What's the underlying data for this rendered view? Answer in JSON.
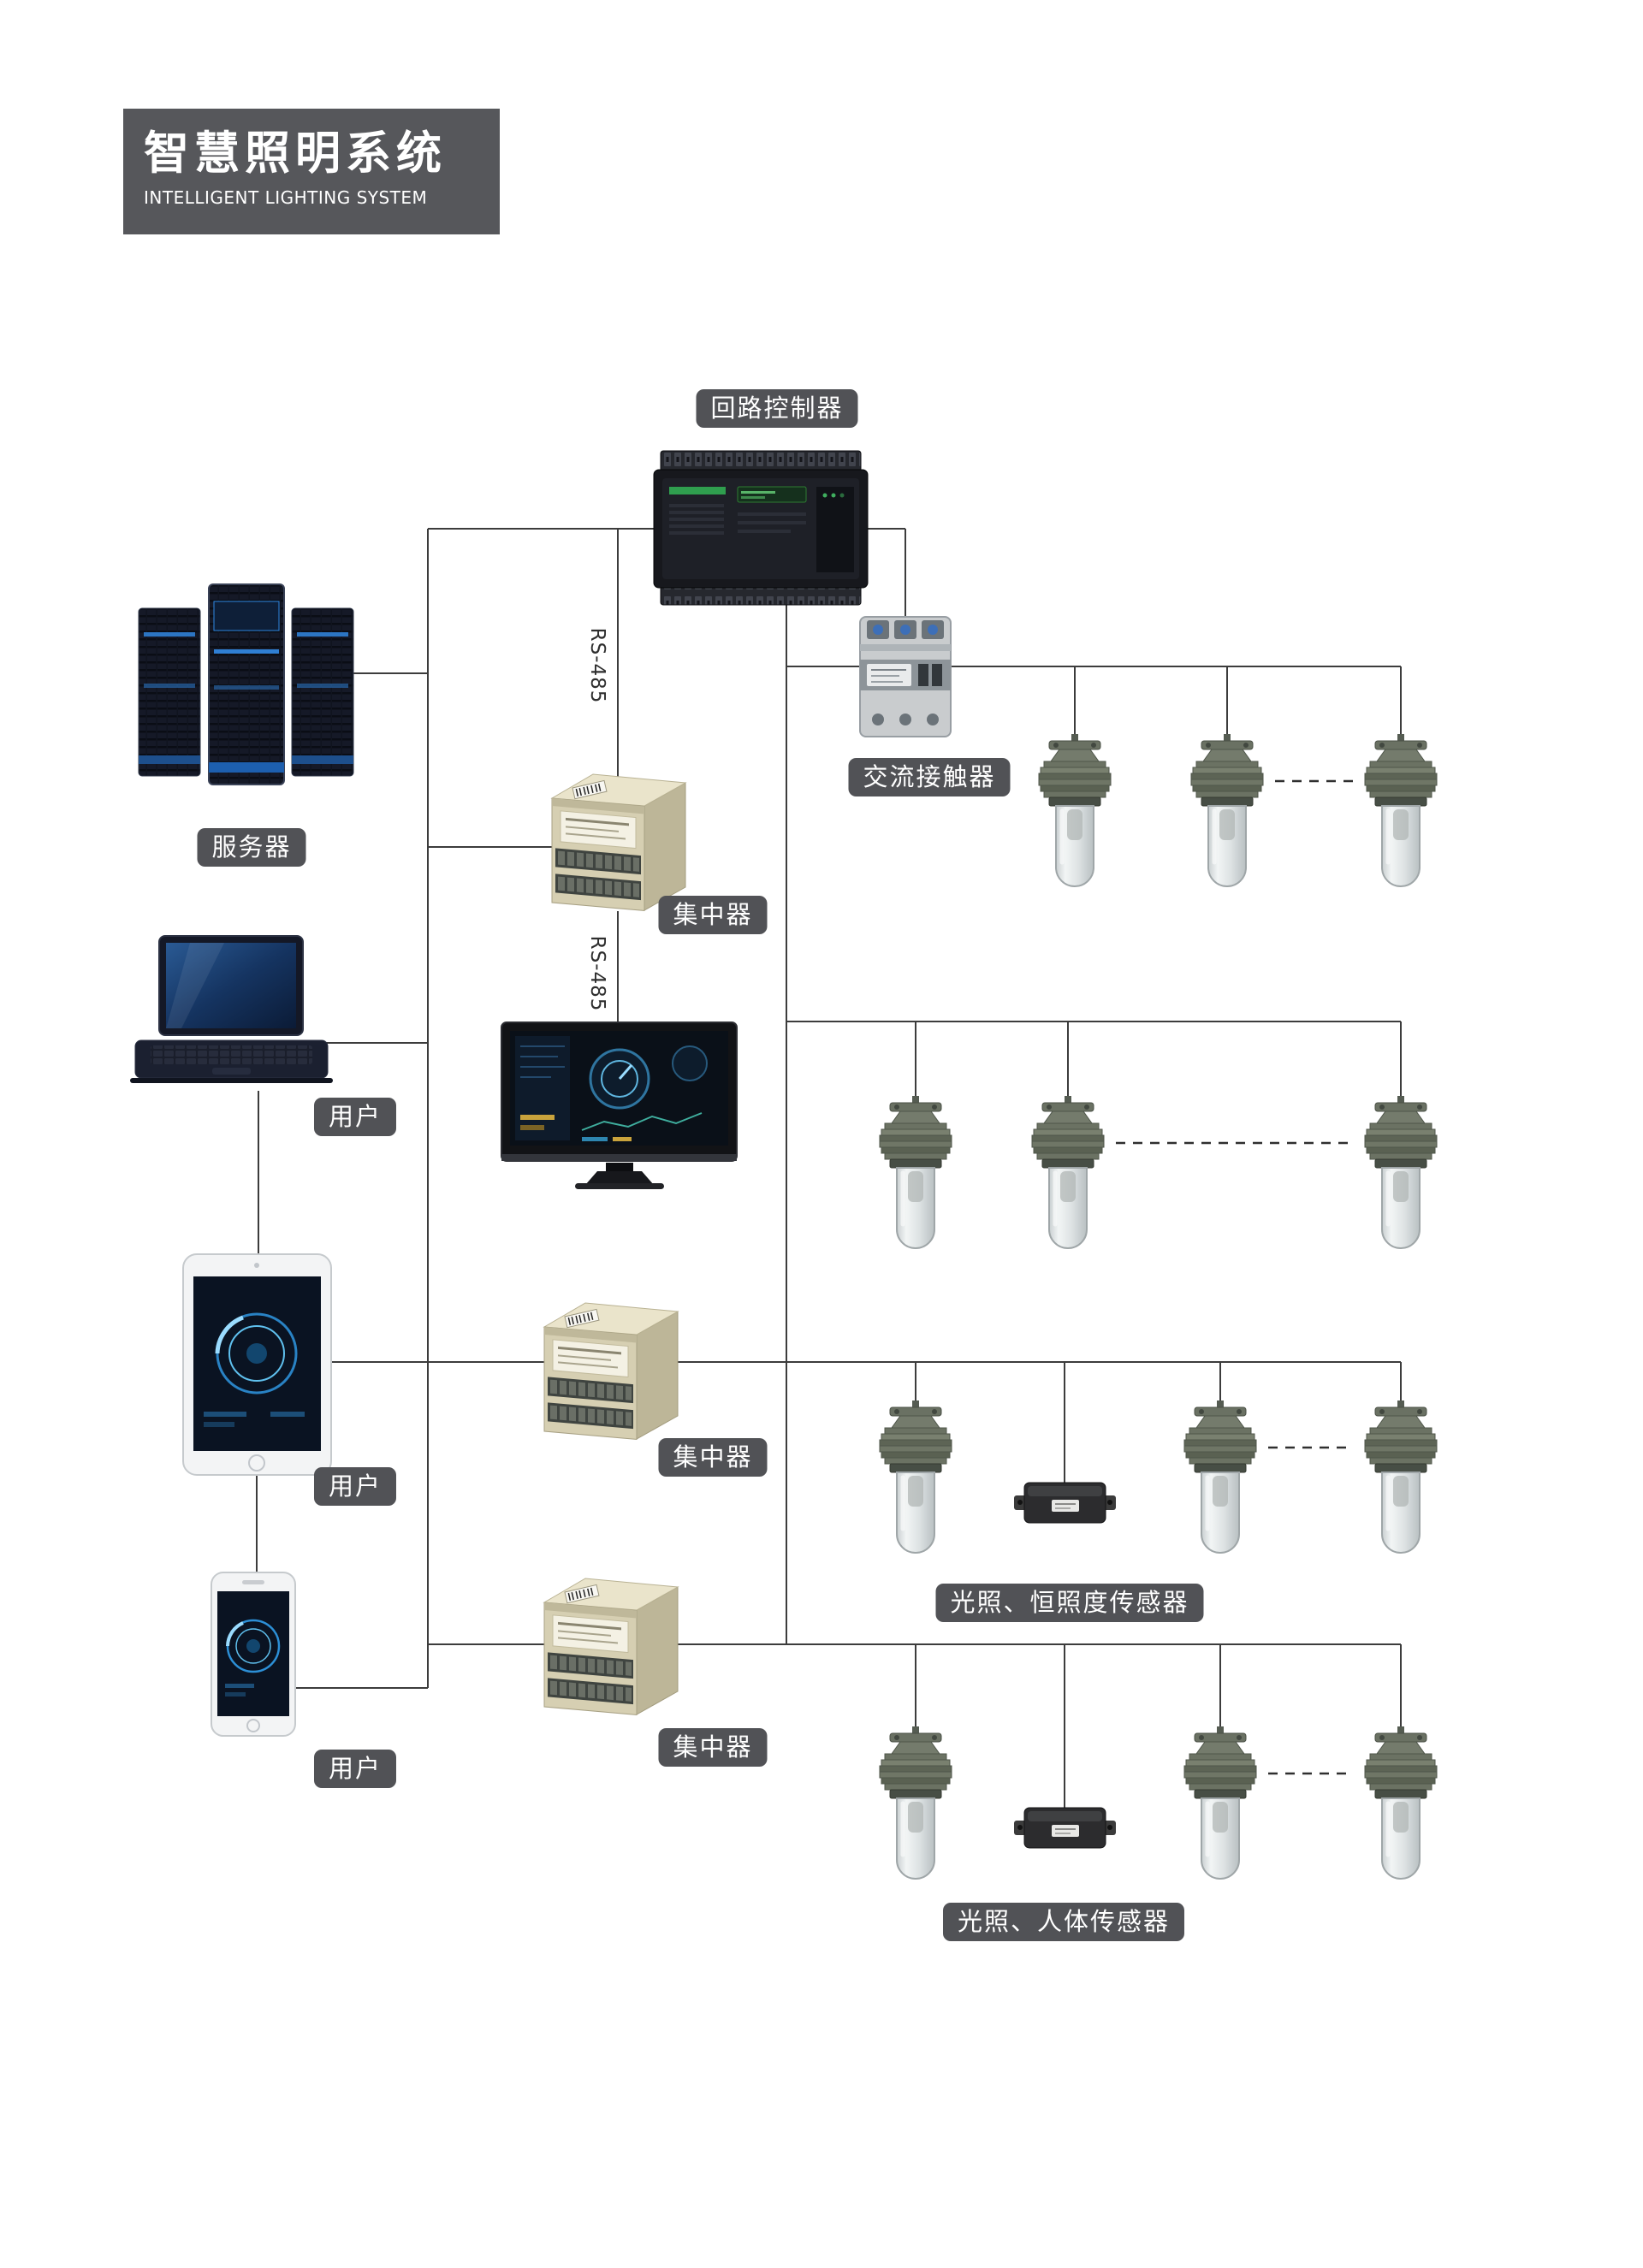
{
  "header": {
    "title": "智慧照明系统",
    "subtitle": "INTELLIGENT LIGHTING SYSTEM"
  },
  "tags": {
    "loop_controller": "回路控制器",
    "server": "服务器",
    "ac_contactor": "交流接触器",
    "concentrator_1": "集中器",
    "concentrator_2": "集中器",
    "concentrator_3": "集中器",
    "user_1": "用户",
    "user_2": "用户",
    "user_3": "用户",
    "illuminance_constant_sensor": "光照、恒照度传感器",
    "illuminance_human_sensor": "光照、人体传感器"
  },
  "bus_labels": {
    "rs485_upper": "RS-485",
    "rs485_lower": "RS-485"
  },
  "devices": {
    "server_rack": "server-rack",
    "laptop": "laptop",
    "tablet": "tablet",
    "smartphone": "smartphone",
    "plc_loop_controller": "plc-loop-controller",
    "ac_contactor": "ac-contactor",
    "concentrator": "din-rail-concentrator",
    "monitor": "monitoring-dashboard-screen",
    "lamp": "explosion-proof-lamp",
    "sensor_module": "sensor-module"
  },
  "colors": {
    "title_block_bg": "#56575b",
    "tag_bg": "#515256",
    "line": "#3c3c3c",
    "accent_blue": "#2f7fd4",
    "lamp_metal": "#6b7263",
    "concentrator_body": "#d6cfb2"
  }
}
